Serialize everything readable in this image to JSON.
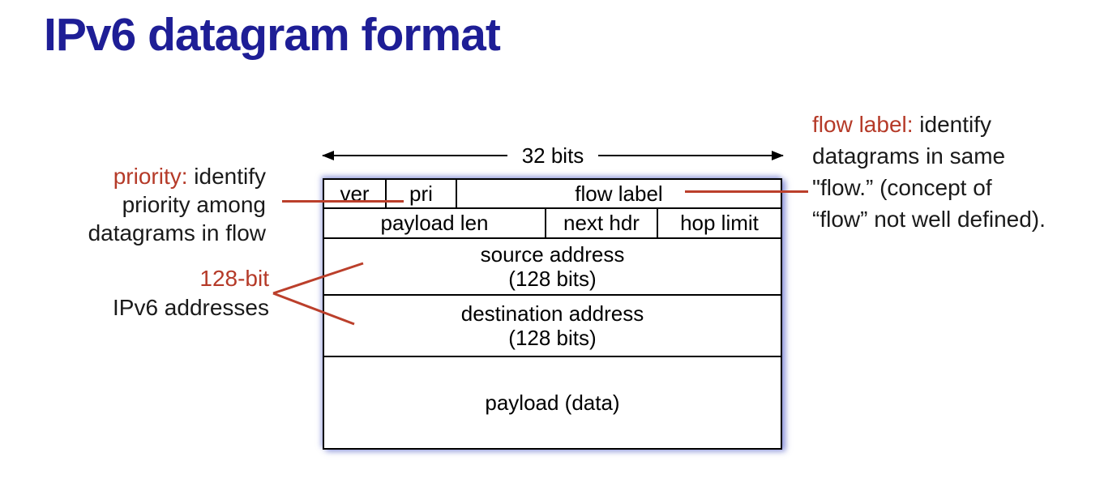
{
  "title": "IPv6 datagram format",
  "colors": {
    "title_blue": "#1e1e96",
    "accent_red": "#b53a28",
    "connector_red": "#bb3f2b",
    "border_black": "#000000",
    "glow_blue": "#7a84d4"
  },
  "annotations": {
    "priority": {
      "label": "priority:",
      "line1_rest": "identify",
      "line2": "priority among",
      "line3": "datagrams in flow"
    },
    "addresses": {
      "highlight": "128-bit",
      "line2": "IPv6 addresses"
    },
    "flow": {
      "label": "flow label:",
      "line1_rest": "identify",
      "line2": "datagrams in same",
      "line3": "\"flow.” (concept of",
      "line4": "“flow” not well defined)."
    }
  },
  "diagram": {
    "width_label": "32 bits",
    "rows": [
      {
        "cells": [
          "ver",
          "pri",
          "flow label"
        ]
      },
      {
        "cells": [
          "payload len",
          "next hdr",
          "hop limit"
        ]
      },
      {
        "lines": [
          "source address",
          "(128 bits)"
        ]
      },
      {
        "lines": [
          "destination address",
          "(128 bits)"
        ]
      },
      {
        "lines": [
          "payload (data)"
        ]
      }
    ]
  }
}
